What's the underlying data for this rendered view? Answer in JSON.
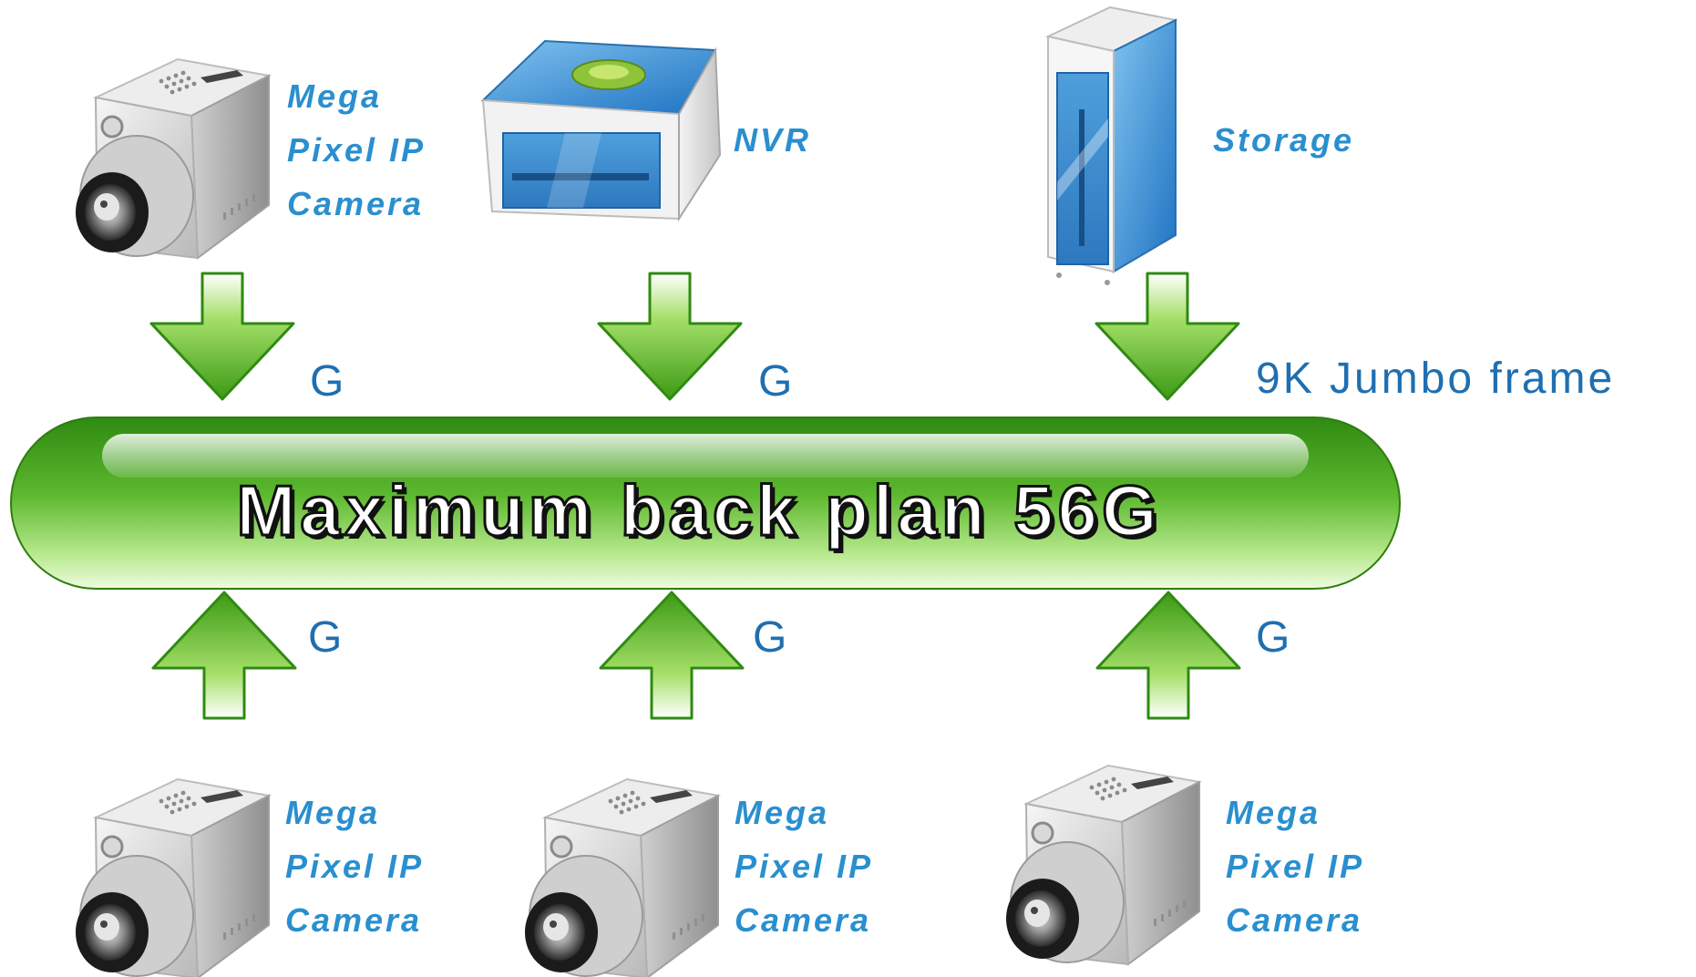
{
  "bus": {
    "label": "Maximum back plan 56G"
  },
  "jumbo_label": "9K Jumbo frame",
  "link_label": "G",
  "devices": {
    "camera_top": {
      "lines": [
        "Mega",
        "Pixel IP",
        "Camera"
      ]
    },
    "nvr": {
      "label": "NVR"
    },
    "storage": {
      "label": "Storage"
    },
    "camera_bottom_1": {
      "lines": [
        "Mega",
        "Pixel IP",
        "Camera"
      ]
    },
    "camera_bottom_2": {
      "lines": [
        "Mega",
        "Pixel IP",
        "Camera"
      ]
    },
    "camera_bottom_3": {
      "lines": [
        "Mega",
        "Pixel IP",
        "Camera"
      ]
    }
  },
  "colors": {
    "label_blue": "#2a8fcf",
    "link_blue": "#1f6fb0",
    "arrow_green": "#4caf1e",
    "bus_green": "#3f9e20"
  },
  "icons": [
    "ip-camera-icon",
    "nvr-icon",
    "storage-server-icon",
    "arrow-down-icon",
    "arrow-up-icon"
  ]
}
